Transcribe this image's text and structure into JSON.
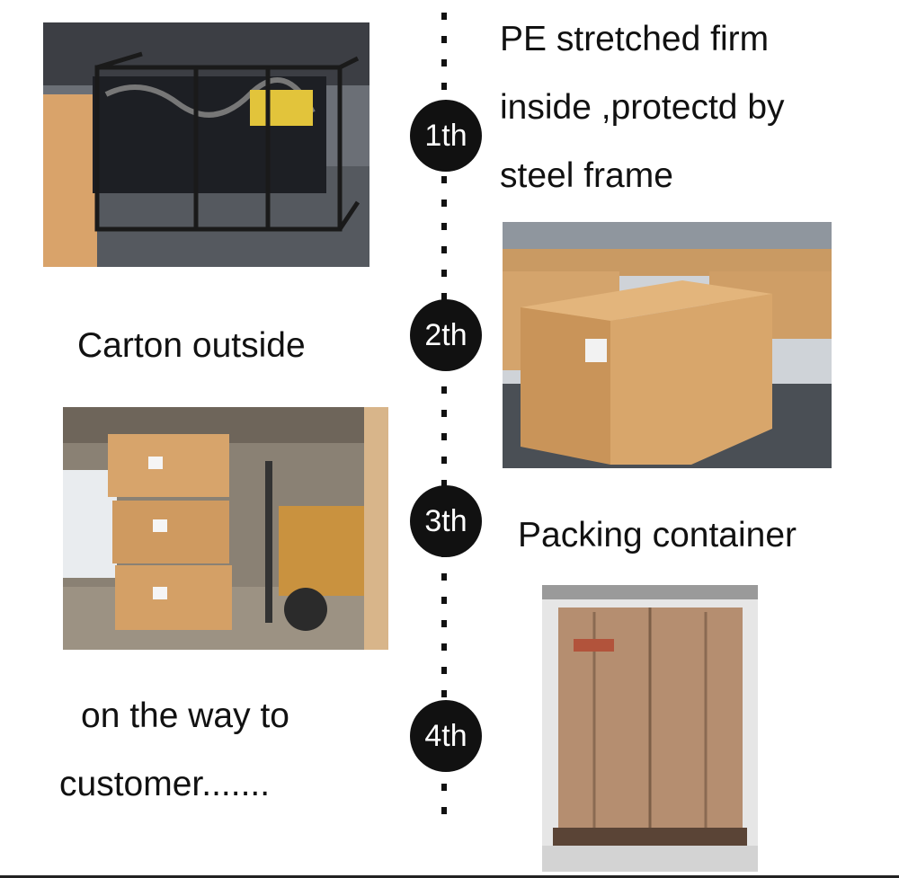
{
  "steps": [
    {
      "badge": "1th",
      "lines": [
        "PE stretched firm",
        "inside ,protectd by",
        "steel frame"
      ]
    },
    {
      "badge": "2th",
      "lines": [
        "Carton outside"
      ]
    },
    {
      "badge": "3th",
      "lines": [
        "Packing container"
      ]
    },
    {
      "badge": "4th",
      "lines": [
        "on the way to",
        "customer......."
      ]
    }
  ],
  "colors": {
    "badge_bg": "#111111",
    "carton": "#d9a36a",
    "container": "#b58e70"
  }
}
